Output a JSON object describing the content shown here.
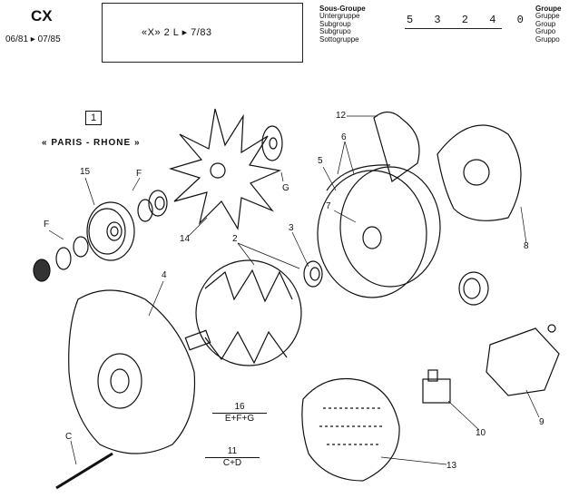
{
  "header": {
    "model": "CX",
    "dates": "06/81 ▸ 07/85",
    "variant": "«X» 2 L   ▸ 7/83",
    "subgroup_labels": [
      "Sous-Groupe",
      "Untergruppe",
      "Subgroup",
      "Subgrupo",
      "Sottogruppe"
    ],
    "group_code": "5 3 2 4 0",
    "group_labels": [
      "Groupe",
      "Gruppe",
      "Group",
      "Grupo",
      "Gruppo"
    ]
  },
  "diagram": {
    "title_box": "1",
    "brand": "« PARIS - RHONE »",
    "callouts": {
      "c12": "12",
      "c6": "6",
      "c5": "5",
      "c7": "7",
      "c3": "3",
      "c8": "8",
      "c2": "2",
      "cG": "G",
      "c14": "14",
      "c15": "15",
      "cF1": "F",
      "cF2": "F",
      "c4": "4",
      "c9": "9",
      "c10": "10",
      "c13": "13",
      "cC": "C"
    },
    "formula1": {
      "numerator": "16",
      "denominator": "E+F+G"
    },
    "formula2": {
      "numerator": "11",
      "denominator": "C+D"
    }
  }
}
